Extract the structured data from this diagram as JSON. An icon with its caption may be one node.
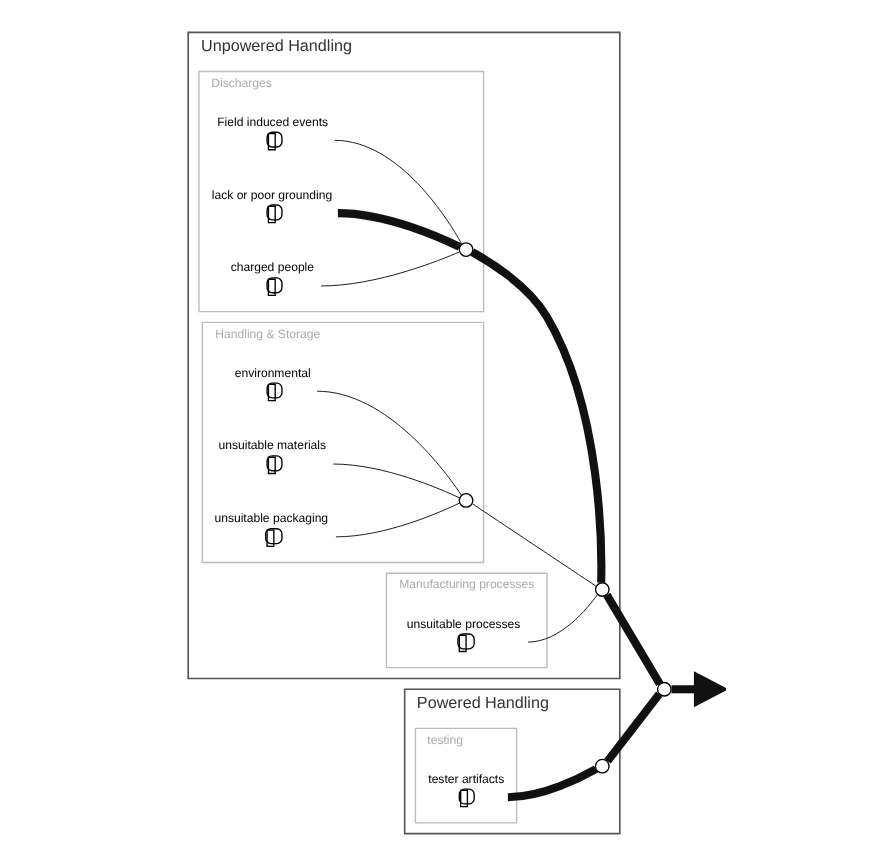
{
  "diagram": {
    "nodes": [
      {
        "text": [
          "Unpowered Handling"
        ]
      },
      {
        "text": [
          "Discharges"
        ],
        "in": 0
      },
      {
        "text": [
          "Field induced events"
        ],
        "in": 1
      },
      {
        "text": [
          "lack or poor grounding"
        ],
        "in": 1
      },
      {
        "text": [
          "charged people"
        ],
        "in": 1
      },
      {
        "text": [],
        "shape": "circle",
        "in": 1
      },
      {
        "text": [
          "Manufacturing processes"
        ],
        "in": 0
      },
      {
        "text": [
          "unsuitable processes"
        ],
        "in": 6
      },
      {
        "text": [],
        "shape": "circle",
        "in": 0
      },
      {
        "text": [
          "Handling & Storage"
        ],
        "in": 0
      },
      {
        "text": [
          "environmental"
        ],
        "in": 9
      },
      {
        "text": [
          "unsuitable materials"
        ],
        "in": 9
      },
      {
        "text": [
          "unsuitable packaging"
        ],
        "in": 9
      },
      {
        "text": [],
        "shape": "circle",
        "in": 9
      },
      {
        "text": [],
        "shape": "circle"
      },
      {
        "text": [
          "Powered Handling"
        ]
      },
      {
        "text": [
          "testing"
        ],
        "in": 15
      },
      {
        "text": [
          "tester artifacts"
        ],
        "in": 16
      },
      {
        "text": [],
        "shape": "circle",
        "in": 15
      }
    ],
    "edges": [
      {
        "from": 2,
        "to": 5,
        "arrow": "none"
      },
      {
        "from": 3,
        "to": 5,
        "arrow": "none",
        "style": "thick"
      },
      {
        "from": 4,
        "to": 5,
        "arrow": "none"
      },
      {
        "from": 5,
        "to": 8,
        "arrow": "none",
        "style": "thick"
      },
      {
        "from": 7,
        "to": 8,
        "arrow": "none"
      },
      {
        "from": 10,
        "to": 13,
        "arrow": "none"
      },
      {
        "from": 11,
        "to": 13,
        "arrow": "none"
      },
      {
        "from": 12,
        "to": 13,
        "arrow": "none"
      },
      {
        "from": 13,
        "to": 8,
        "arrow": "none"
      },
      {
        "from": 8,
        "to": 14,
        "arrow": "none",
        "style": "thick"
      },
      {
        "from": 17,
        "to": 18,
        "arrow": "none",
        "style": "thick"
      },
      {
        "from": 18,
        "to": 14,
        "arrow": "none",
        "style": "thick"
      },
      {
        "from": 14,
        "to": null,
        "arrow": "to",
        "style": "thick"
      }
    ]
  }
}
